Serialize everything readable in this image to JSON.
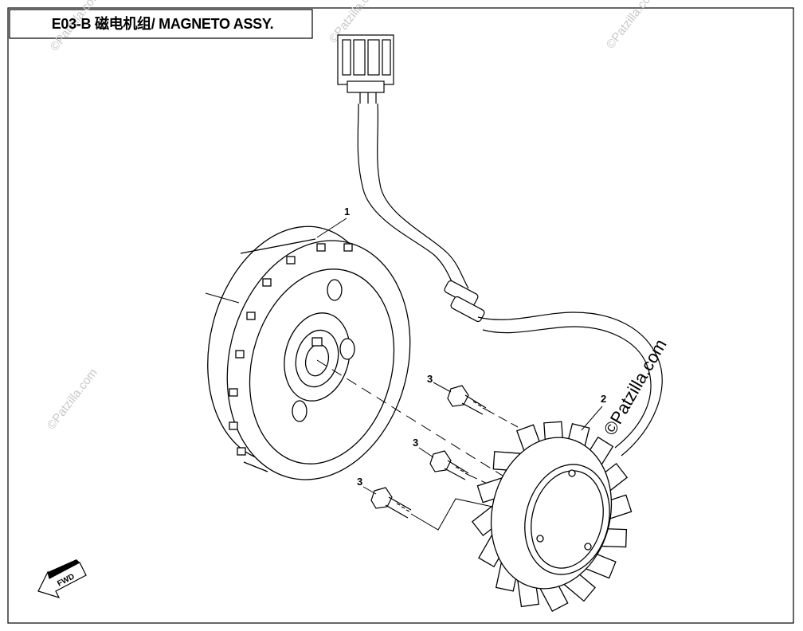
{
  "title": "E03-B 磁电机组/ MAGNETO ASSY.",
  "watermark": "©Patzilla.com",
  "watermark_main": "©Patzilla.com",
  "direction_label": "FWD",
  "callouts": [
    "1",
    "2",
    "3",
    "3",
    "3"
  ]
}
